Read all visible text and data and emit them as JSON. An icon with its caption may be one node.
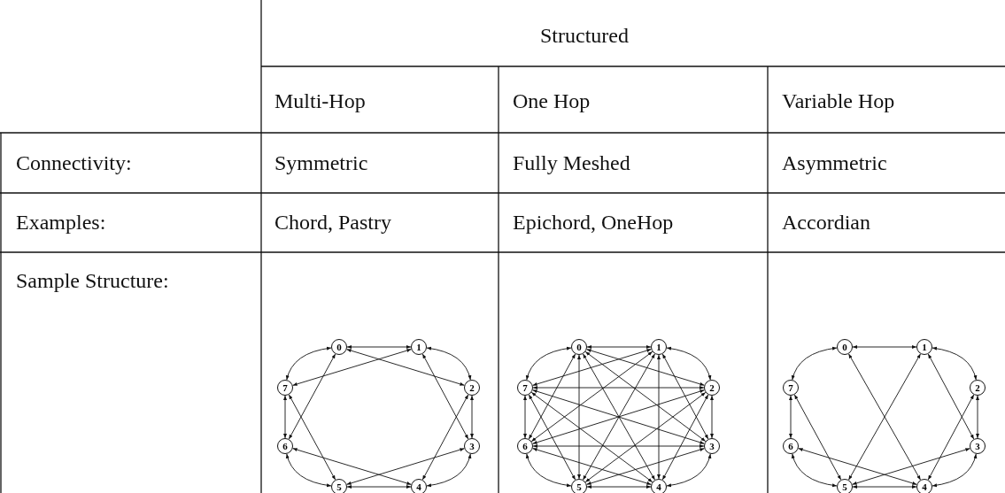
{
  "diagram": {
    "nodes": [
      {
        "text": [
          "0"
        ]
      },
      {
        "text": [
          "1"
        ]
      },
      {
        "text": [
          "2"
        ]
      },
      {
        "text": [
          "3"
        ]
      },
      {
        "text": [
          "4"
        ]
      },
      {
        "text": [
          "5"
        ]
      },
      {
        "text": [
          "6"
        ]
      },
      {
        "text": [
          "7"
        ]
      },
      {
        "text": [
          "0"
        ]
      },
      {
        "text": [
          "1"
        ]
      },
      {
        "text": [
          "2"
        ]
      },
      {
        "text": [
          "3"
        ]
      },
      {
        "text": [
          "4"
        ]
      },
      {
        "text": [
          "5"
        ]
      },
      {
        "text": [
          "6"
        ]
      },
      {
        "text": [
          "7"
        ]
      },
      {
        "text": [
          "0"
        ]
      },
      {
        "text": [
          "1"
        ]
      },
      {
        "text": [
          "2"
        ]
      },
      {
        "text": [
          "3"
        ]
      },
      {
        "text": [
          "4"
        ]
      },
      {
        "text": [
          "5"
        ]
      },
      {
        "text": [
          "6"
        ]
      },
      {
        "text": [
          "7"
        ]
      }
    ],
    "edges": [
      {
        "from": 0,
        "to": 1,
        "arrow": "both"
      },
      {
        "from": 1,
        "to": 2,
        "arrow": "both"
      },
      {
        "from": 2,
        "to": 3,
        "arrow": "both"
      },
      {
        "from": 3,
        "to": 4,
        "arrow": "both"
      },
      {
        "from": 4,
        "to": 5,
        "arrow": "both"
      },
      {
        "from": 5,
        "to": 6,
        "arrow": "both"
      },
      {
        "from": 6,
        "to": 7,
        "arrow": "both"
      },
      {
        "from": 7,
        "to": 0,
        "arrow": "both"
      },
      {
        "from": 0,
        "to": 2,
        "arrow": "both"
      },
      {
        "from": 1,
        "to": 3,
        "arrow": "both"
      },
      {
        "from": 2,
        "to": 4,
        "arrow": "both"
      },
      {
        "from": 3,
        "to": 5,
        "arrow": "both"
      },
      {
        "from": 4,
        "to": 6,
        "arrow": "both"
      },
      {
        "from": 5,
        "to": 7,
        "arrow": "both"
      },
      {
        "from": 6,
        "to": 0,
        "arrow": "both"
      },
      {
        "from": 7,
        "to": 1,
        "arrow": "both"
      },
      {
        "from": 8,
        "to": 9,
        "arrow": "both"
      },
      {
        "from": 8,
        "to": 10,
        "arrow": "both"
      },
      {
        "from": 8,
        "to": 11,
        "arrow": "both"
      },
      {
        "from": 8,
        "to": 12,
        "arrow": "both"
      },
      {
        "from": 8,
        "to": 13,
        "arrow": "both"
      },
      {
        "from": 8,
        "to": 14,
        "arrow": "both"
      },
      {
        "from": 8,
        "to": 15,
        "arrow": "both"
      },
      {
        "from": 9,
        "to": 10,
        "arrow": "both"
      },
      {
        "from": 9,
        "to": 11,
        "arrow": "both"
      },
      {
        "from": 9,
        "to": 12,
        "arrow": "both"
      },
      {
        "from": 9,
        "to": 13,
        "arrow": "both"
      },
      {
        "from": 9,
        "to": 14,
        "arrow": "both"
      },
      {
        "from": 9,
        "to": 15,
        "arrow": "both"
      },
      {
        "from": 10,
        "to": 11,
        "arrow": "both"
      },
      {
        "from": 10,
        "to": 12,
        "arrow": "both"
      },
      {
        "from": 10,
        "to": 13,
        "arrow": "both"
      },
      {
        "from": 10,
        "to": 14,
        "arrow": "both"
      },
      {
        "from": 10,
        "to": 15,
        "arrow": "both"
      },
      {
        "from": 11,
        "to": 12,
        "arrow": "both"
      },
      {
        "from": 11,
        "to": 13,
        "arrow": "both"
      },
      {
        "from": 11,
        "to": 14,
        "arrow": "both"
      },
      {
        "from": 11,
        "to": 15,
        "arrow": "both"
      },
      {
        "from": 12,
        "to": 13,
        "arrow": "both"
      },
      {
        "from": 12,
        "to": 14,
        "arrow": "both"
      },
      {
        "from": 12,
        "to": 15,
        "arrow": "both"
      },
      {
        "from": 13,
        "to": 14,
        "arrow": "both"
      },
      {
        "from": 13,
        "to": 15,
        "arrow": "both"
      },
      {
        "from": 14,
        "to": 15,
        "arrow": "both"
      },
      {
        "from": 16,
        "to": 17,
        "arrow": "both"
      },
      {
        "from": 17,
        "to": 18,
        "arrow": "both"
      },
      {
        "from": 18,
        "to": 19,
        "arrow": "both"
      },
      {
        "from": 19,
        "to": 20,
        "arrow": "both"
      },
      {
        "from": 20,
        "to": 21,
        "arrow": "both"
      },
      {
        "from": 21,
        "to": 22,
        "arrow": "both"
      },
      {
        "from": 22,
        "to": 23,
        "arrow": "both"
      },
      {
        "from": 23,
        "to": 16,
        "arrow": "both"
      },
      {
        "from": 16,
        "to": 20,
        "arrow": "both"
      },
      {
        "from": 17,
        "to": 21,
        "arrow": "both"
      },
      {
        "from": 17,
        "to": 19,
        "arrow": "both"
      },
      {
        "from": 18,
        "to": 20,
        "arrow": "both"
      },
      {
        "from": 19,
        "to": 21,
        "arrow": "both"
      },
      {
        "from": 23,
        "to": 21,
        "arrow": "both"
      },
      {
        "from": 22,
        "to": 20,
        "arrow": "both"
      }
    ],
    "labels": [
      "Structured",
      "Multi-Hop",
      "One Hop",
      "Variable Hop",
      "Connectivity:",
      "Symmetric",
      "Fully Meshed",
      "Asymmetric",
      "Examples:",
      "Chord, Pastry",
      "Epichord, OneHop",
      "Accordian",
      "Sample Structure:"
    ]
  }
}
